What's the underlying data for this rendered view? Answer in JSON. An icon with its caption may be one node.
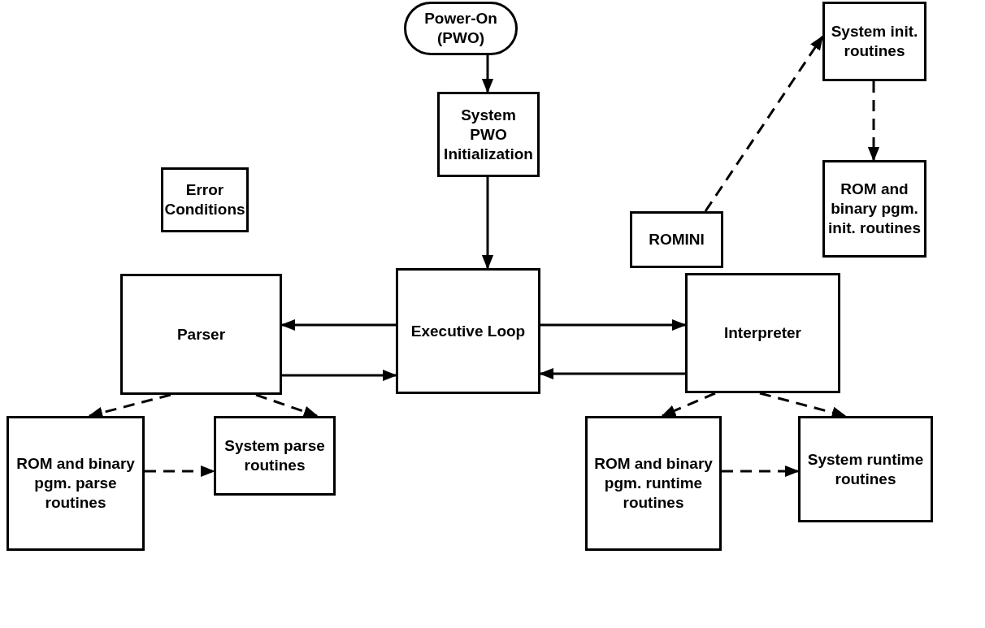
{
  "diagram": {
    "nodes": [
      {
        "text": [
          "Power-On (PWO)"
        ]
      },
      {
        "text": [
          "System PWO Initialization"
        ]
      },
      {
        "text": [
          "Error Conditions"
        ]
      },
      {
        "text": [
          "ROMINI"
        ]
      },
      {
        "text": [
          "System init. routines"
        ]
      },
      {
        "text": [
          "ROM and binary pgm. init. routines"
        ]
      },
      {
        "text": [
          "Parser"
        ]
      },
      {
        "text": [
          "Executive Loop"
        ]
      },
      {
        "text": [
          "Interpreter"
        ]
      },
      {
        "text": [
          "ROM and binary pgm. parse routines"
        ]
      },
      {
        "text": [
          "System parse routines"
        ]
      },
      {
        "text": [
          "ROM and binary pgm. runtime routines"
        ]
      },
      {
        "text": [
          "System runtime routines"
        ]
      }
    ],
    "edges": [
      {
        "from": 0,
        "to": 1,
        "arrow": "to"
      },
      {
        "from": 1,
        "to": 7,
        "arrow": "to"
      },
      {
        "from": 3,
        "to": 4,
        "arrow": "to",
        "style": "dashed"
      },
      {
        "from": 4,
        "to": 5,
        "arrow": "to",
        "style": "dashed"
      },
      {
        "from": 7,
        "to": 6,
        "arrow": "to"
      },
      {
        "from": 6,
        "to": 7,
        "arrow": "to"
      },
      {
        "from": 7,
        "to": 8,
        "arrow": "to"
      },
      {
        "from": 8,
        "to": 7,
        "arrow": "to"
      },
      {
        "from": 6,
        "to": 9,
        "arrow": "to",
        "style": "dashed"
      },
      {
        "from": 6,
        "to": 10,
        "arrow": "to",
        "style": "dashed"
      },
      {
        "from": 9,
        "to": 10,
        "arrow": "to",
        "style": "dashed"
      },
      {
        "from": 8,
        "to": 11,
        "arrow": "to",
        "style": "dashed"
      },
      {
        "from": 8,
        "to": 12,
        "arrow": "to",
        "style": "dashed"
      },
      {
        "from": 11,
        "to": 12,
        "arrow": "to",
        "style": "dashed"
      }
    ]
  }
}
